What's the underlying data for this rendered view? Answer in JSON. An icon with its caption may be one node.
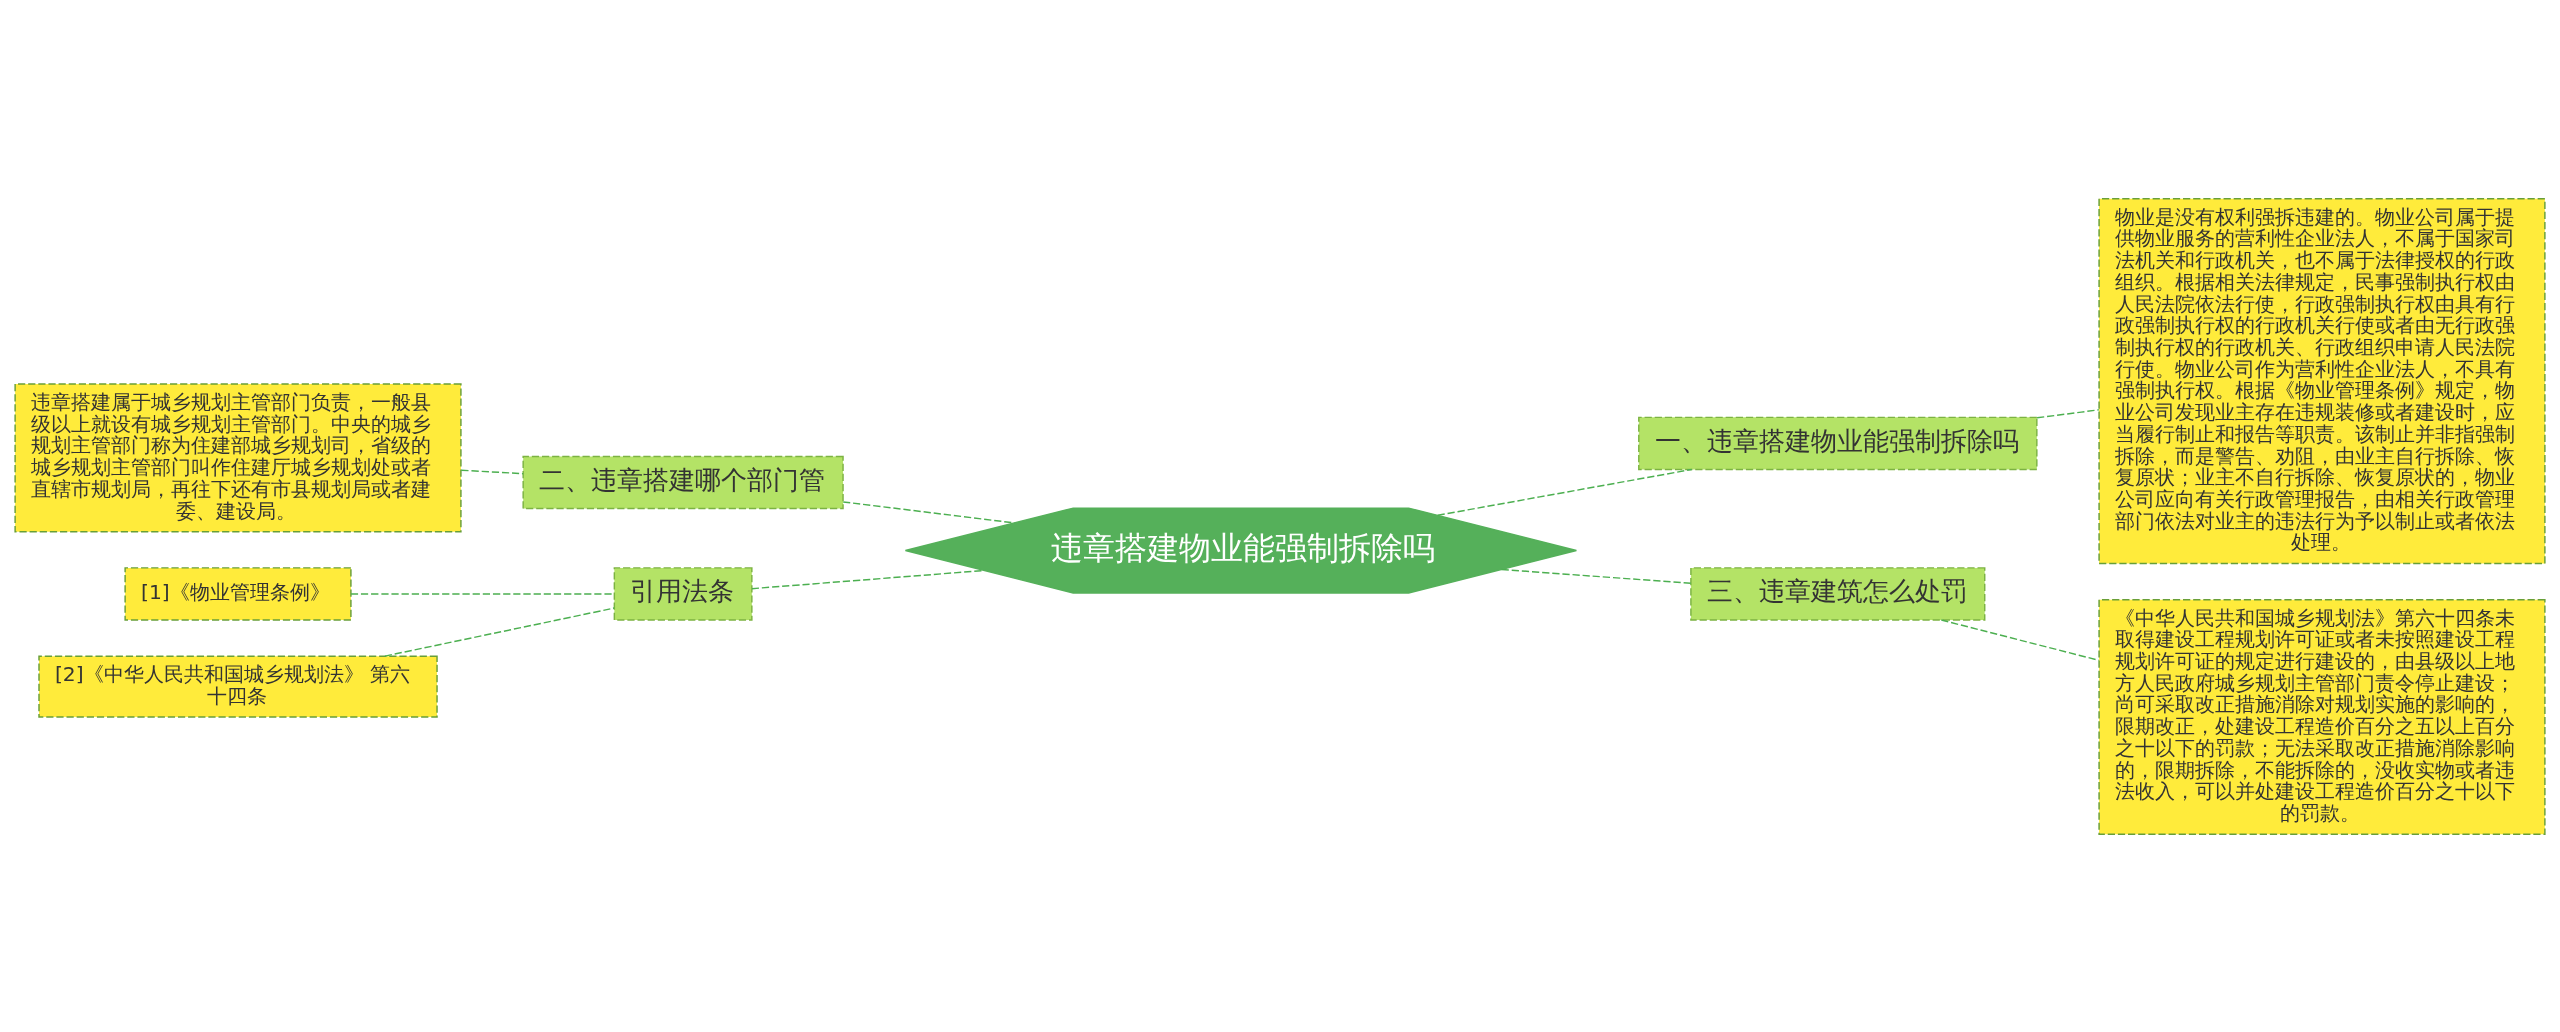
{
  "diagram": {
    "nodes": [
      {
        "text": [
          "违章搭建物业能强制拆除吗"
        ]
      },
      {
        "text": [
          "一、违章搭建物业能强制拆除吗"
        ]
      },
      {
        "text": [
          "物业是没有权利强拆违建的。物业公司属于提供物业服务的营利性企业法人，不属于国家司法机关和行政机关，也不属于法律授权的行政组织。根据相关法律规定，民事强制执行权由人民法院依法行使，行政强制执行权由具有行政强制执行权的行政机关行使或者由无行政强制执行权的行政机关、行政组织申请人民法院行使。物业公司作为营利性企业法人，不具有强制执行权。根据《物业管理条例》规定，物业公司发现业主存在违规装修或者建设时，应当履行制止和报告等职责。该制止并非指强制拆除，而是警告、劝阻，由业主自行拆除、恢复原状；业主不自行拆除、恢复原状的，物业公司应向有关行政管理报告，由相关行政管理部门依法对业主的违法行为予以制止或者依法处理。"
        ]
      },
      {
        "text": [
          "三、违章建筑怎么处罚"
        ]
      },
      {
        "text": [
          "《中华人民共和国城乡规划法》第六十四条未取得建设工程规划许可证或者未按照建设工程规划许可证的规定进行建设的，由县级以上地方人民政府城乡规划主管部门责令停止建设；尚可采取改正措施消除对规划实施的影响的，限期改正，处建设工程造价百分之五以上百分之十以下的罚款；无法采取改正措施消除影响的，限期拆除，不能拆除的，没收实物或者违法收入，可以并处建设工程造价百分之十以下的罚款。"
        ]
      },
      {
        "text": [
          "二、违章搭建哪个部门管"
        ]
      },
      {
        "text": [
          "违章搭建属于城乡规划主管部门负责，一般县级以上就设有城乡规划主管部门。中央的城乡规划主管部门称为住建部城乡规划司，省级的城乡规划主管部门叫作住建厅城乡规划处或者直辖市规划局，再往下还有市县规划局或者建委、建设局。"
        ]
      },
      {
        "text": [
          "引用法条"
        ]
      },
      {
        "text": [
          "[1]《物业管理条例》"
        ]
      },
      {
        "text": [
          "[2]《中华人民共和国城乡规划法》 第六十四条"
        ]
      }
    ],
    "edges": [
      {
        "from": 0,
        "to": 1,
        "arrow": "none",
        "style": "dashed"
      },
      {
        "from": 1,
        "to": 2,
        "arrow": "none",
        "style": "dashed"
      },
      {
        "from": 0,
        "to": 3,
        "arrow": "none",
        "style": "dashed"
      },
      {
        "from": 3,
        "to": 4,
        "arrow": "none",
        "style": "dashed"
      },
      {
        "from": 0,
        "to": 5,
        "arrow": "none",
        "style": "dashed"
      },
      {
        "from": 5,
        "to": 6,
        "arrow": "none",
        "style": "dashed"
      },
      {
        "from": 0,
        "to": 7,
        "arrow": "none",
        "style": "dashed"
      },
      {
        "from": 7,
        "to": 8,
        "arrow": "none",
        "style": "dashed"
      },
      {
        "from": 7,
        "to": 9,
        "arrow": "none",
        "style": "dashed"
      }
    ]
  }
}
